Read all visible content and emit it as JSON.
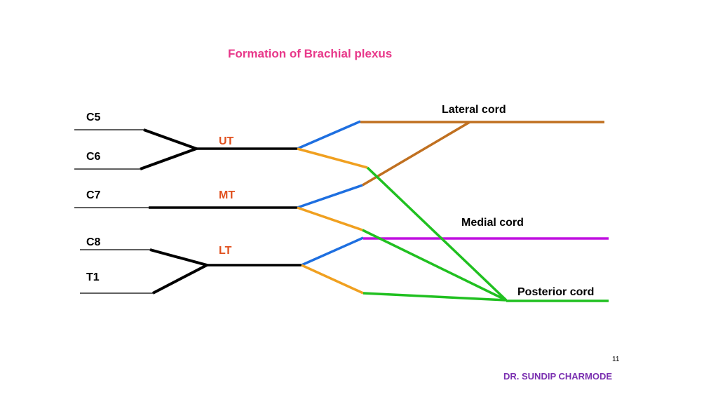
{
  "title": "Formation of Brachial plexus",
  "roots": {
    "c5": "C5",
    "c6": "C6",
    "c7": "C7",
    "c8": "C8",
    "t1": "T1"
  },
  "trunks": {
    "upper": "UT",
    "middle": "MT",
    "lower": "LT"
  },
  "cords": {
    "lateral": "Lateral cord",
    "medial": "Medial cord",
    "posterior": "Posterior cord"
  },
  "page_number": "11",
  "author": "DR. SUNDIP CHARMODE",
  "colors": {
    "title": "#e8388a",
    "trunk_label": "#e0501e",
    "root_line": "#000000",
    "anterior_division": "#1e6fe0",
    "posterior_division": "#f0a020",
    "lateral_cord": "#c07020",
    "medial_cord": "#c010e0",
    "posterior_cord": "#20c020",
    "author": "#7a2fb0"
  }
}
